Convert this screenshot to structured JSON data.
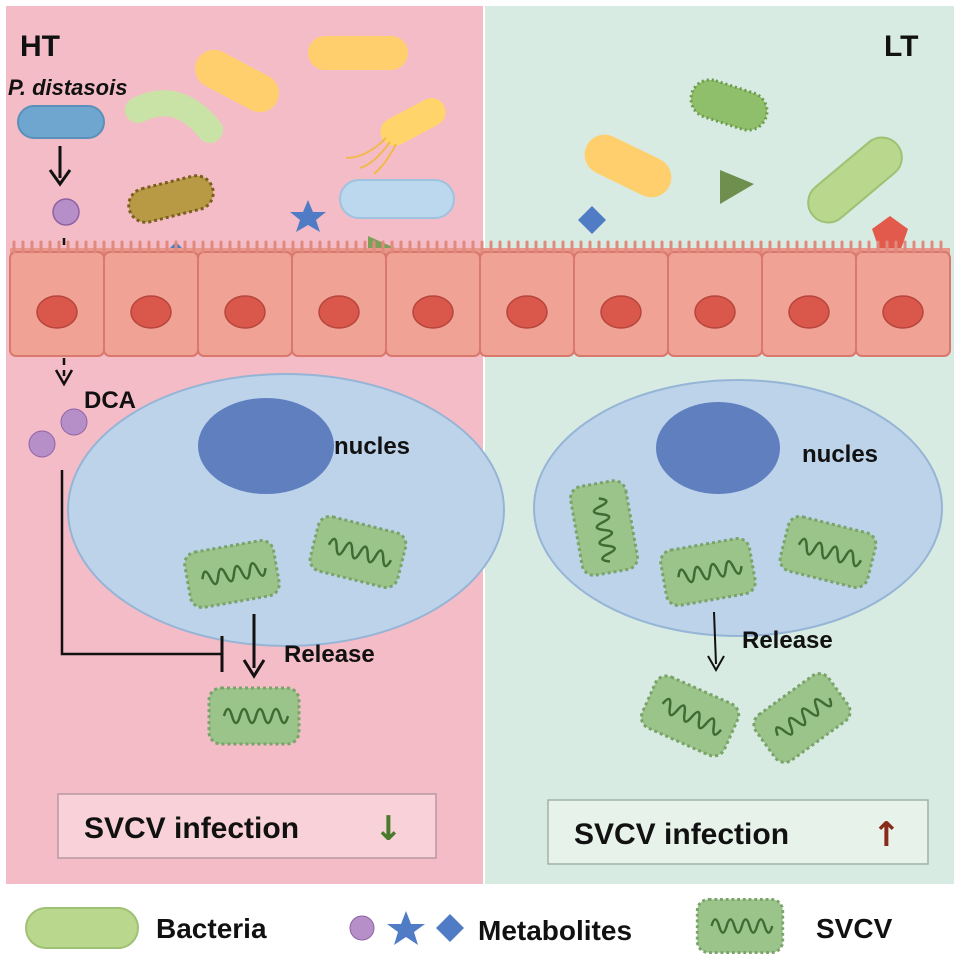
{
  "panels": {
    "left": {
      "label": "HT",
      "color": "#f4bcc6"
    },
    "right": {
      "label": "LT",
      "color": "#d7ebe2"
    }
  },
  "left": {
    "bacterium_name": "P. distasois",
    "metabolite_name": "DCA",
    "nucleus_label": "nucles",
    "release_label": "Release",
    "outcome_text": "SVCV infection",
    "outcome_arrow": "↓",
    "outcome_arrow_color": "#4a7a2c"
  },
  "right": {
    "nucleus_label": "nucles",
    "release_label": "Release",
    "outcome_text": "SVCV infection",
    "outcome_arrow": "↑",
    "outcome_arrow_color": "#8a2a1a"
  },
  "legend": {
    "bacteria_label": "Bacteria",
    "metabolites_label": "Metabolites",
    "svcv_label": "SVCV"
  },
  "colors": {
    "epithelium": "#f0a395",
    "epithelium_border": "#d9786c",
    "cell_nucleus": "#d9574b",
    "host_cell": "#bcd3ea",
    "host_nucleus": "#5f7fbf",
    "virus_fill": "#9bc48a",
    "virus_border": "#6a9a5a",
    "bacteria_green": "#b9d88e",
    "metabolite_purple": "#b78fc8",
    "metabolite_blue": "#4f7cc4"
  }
}
